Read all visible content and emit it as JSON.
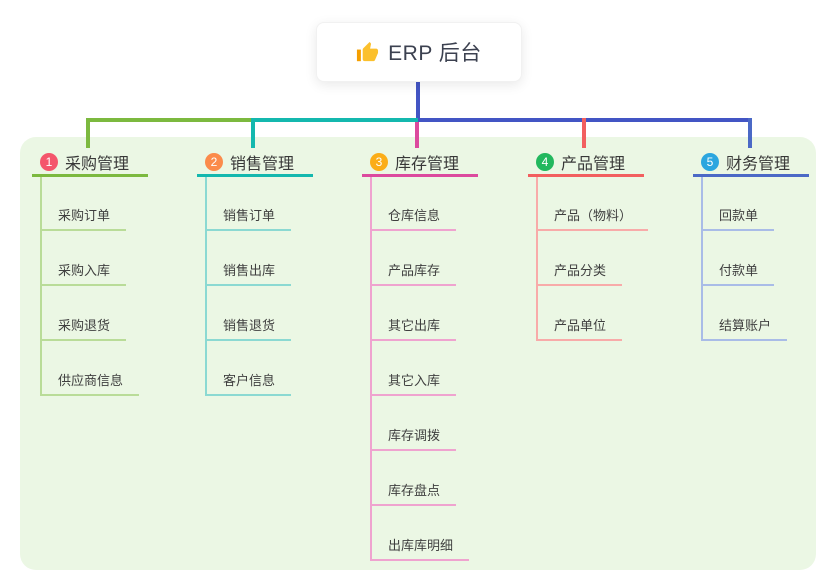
{
  "root": {
    "title": "ERP 后台",
    "icon": "thumbs-up-icon"
  },
  "theme": {
    "page_bg": "#ffffff",
    "panel_bg": "#ebf7e4",
    "stem_color": "#4355c4",
    "title_color": "#3c4150"
  },
  "branches": [
    {
      "badge": "1",
      "label": "采购管理",
      "badge_color": "#f4566c",
      "line_color": "#7cb93f",
      "child_line_color": "#b9dc98",
      "children": [
        "采购订单",
        "采购入库",
        "采购退货",
        "供应商信息"
      ]
    },
    {
      "badge": "2",
      "label": "销售管理",
      "badge_color": "#fb8b4b",
      "line_color": "#14b8ae",
      "child_line_color": "#8bd9d2",
      "children": [
        "销售订单",
        "销售出库",
        "销售退货",
        "客户信息"
      ]
    },
    {
      "badge": "3",
      "label": "库存管理",
      "badge_color": "#dc4a9e",
      "badge_fill": "#fbad18",
      "line_color": "#dc4a9e",
      "child_line_color": "#efa3cf",
      "children": [
        "仓库信息",
        "产品库存",
        "其它出库",
        "其它入库",
        "库存调拨",
        "库存盘点",
        "出库库明细"
      ]
    },
    {
      "badge": "4",
      "label": "产品管理",
      "badge_color": "#22b85e",
      "line_color": "#f25f5f",
      "child_line_color": "#f8aba9",
      "children": [
        "产品（物料）",
        "产品分类",
        "产品单位"
      ]
    },
    {
      "badge": "5",
      "label": "财务管理",
      "badge_color": "#2ba6df",
      "line_color": "#4b69c6",
      "child_line_color": "#a9bce7",
      "children": [
        "回款单",
        "付款单",
        "结算账户"
      ]
    }
  ]
}
